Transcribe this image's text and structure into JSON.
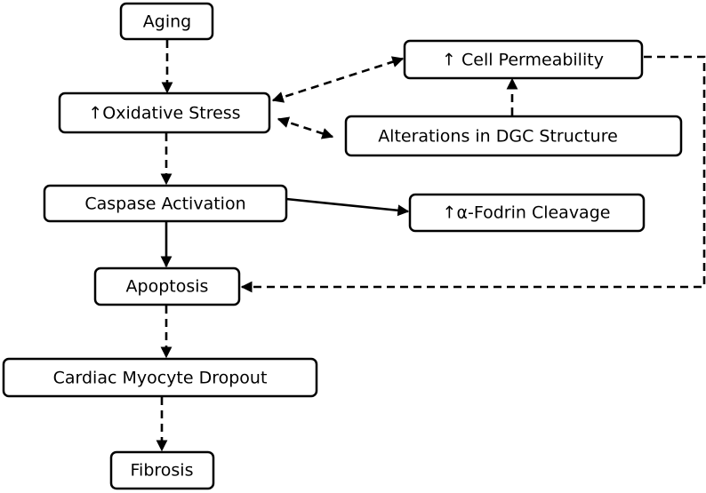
{
  "nodes": {
    "aging": {
      "label": "Aging"
    },
    "oxidative_stress": {
      "label": "↑Oxidative Stress"
    },
    "cell_permeability": {
      "label": "↑ Cell Permeability"
    },
    "dgc_alterations": {
      "label": "Alterations in DGC Structure"
    },
    "caspase_activation": {
      "label": "Caspase Activation"
    },
    "fodrin_cleavage": {
      "label": "↑α-Fodrin Cleavage"
    },
    "apoptosis": {
      "label": "Apoptosis"
    },
    "myocyte_dropout": {
      "label": "Cardiac Myocyte Dropout"
    },
    "fibrosis": {
      "label": "Fibrosis"
    }
  },
  "edges": [
    {
      "from": "aging",
      "to": "oxidative_stress",
      "style": "dashed",
      "direction": "forward"
    },
    {
      "from": "oxidative_stress",
      "to": "cell_permeability",
      "style": "dashed",
      "direction": "both"
    },
    {
      "from": "oxidative_stress",
      "to": "dgc_alterations",
      "style": "dashed",
      "direction": "both"
    },
    {
      "from": "dgc_alterations",
      "to": "cell_permeability",
      "style": "dashed",
      "direction": "forward"
    },
    {
      "from": "oxidative_stress",
      "to": "caspase_activation",
      "style": "dashed",
      "direction": "forward"
    },
    {
      "from": "caspase_activation",
      "to": "fodrin_cleavage",
      "style": "solid",
      "direction": "forward"
    },
    {
      "from": "caspase_activation",
      "to": "apoptosis",
      "style": "solid",
      "direction": "forward"
    },
    {
      "from": "cell_permeability",
      "to": "apoptosis",
      "style": "dashed",
      "direction": "forward"
    },
    {
      "from": "apoptosis",
      "to": "myocyte_dropout",
      "style": "dashed",
      "direction": "forward"
    },
    {
      "from": "myocyte_dropout",
      "to": "fibrosis",
      "style": "dashed",
      "direction": "forward"
    }
  ]
}
